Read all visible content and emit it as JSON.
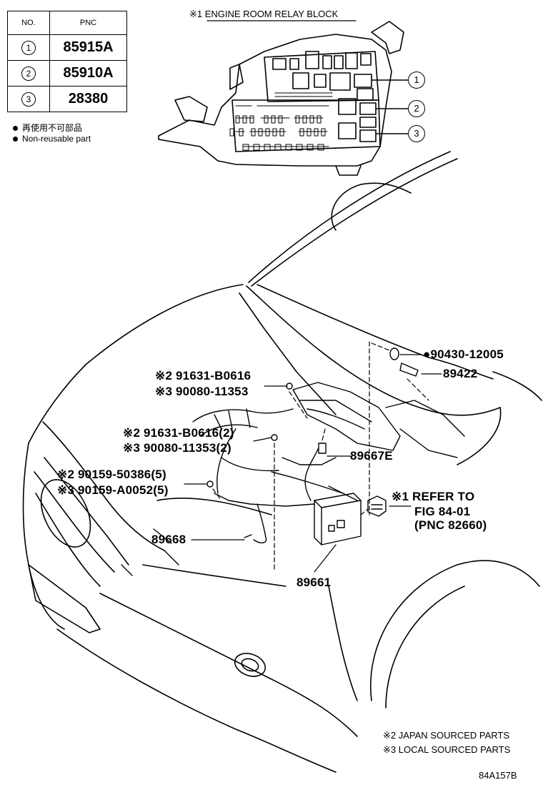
{
  "table": {
    "headers": [
      "NO.",
      "PNC"
    ],
    "rows": [
      {
        "no": "1",
        "pnc": "85915A"
      },
      {
        "no": "2",
        "pnc": "85910A"
      },
      {
        "no": "3",
        "pnc": "28380"
      }
    ]
  },
  "legend": {
    "japanese": "再使用不可部品",
    "english": "Non-reusable part"
  },
  "relay_block_title": "※1 ENGINE ROOM RELAY BLOCK",
  "callouts": [
    "1",
    "2",
    "3"
  ],
  "parts": {
    "p90430": "●90430-12005",
    "p89422": "89422",
    "a1": "※2  91631-B0616",
    "a2": "※3  90080-11353",
    "b1": "※2  91631-B0616(2)",
    "b2": "※3  90080-11353(2)",
    "p89667e": "89667E",
    "c1": "※2  90159-50386(5)",
    "c2": "※3  90159-A0052(5)",
    "refer1": "※1  REFER TO",
    "refer2": "FIG 84-01",
    "refer3": "(PNC 82660)",
    "p89668": "89668",
    "p89661": "89661"
  },
  "notes": {
    "japan": "※2 JAPAN SOURCED PARTS",
    "local": "※3 LOCAL SOURCED PARTS"
  },
  "figure_code": "84A157B"
}
